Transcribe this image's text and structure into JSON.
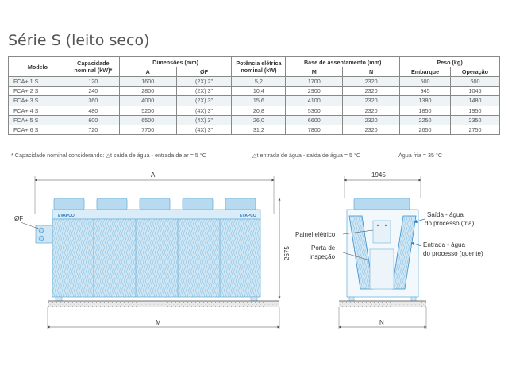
{
  "title": "Série S (leito seco)",
  "table": {
    "headers": {
      "modelo": "Modelo",
      "capacidade": "Capacidade nominal (kW)*",
      "dimensoes": "Dimensões (mm)",
      "dim_a": "A",
      "dim_of": "ØF",
      "potencia": "Potência elétrica nominal (kW)",
      "base": "Base de assentamento (mm)",
      "base_m": "M",
      "base_n": "N",
      "peso": "Peso (kg)",
      "peso_embarque": "Embarque",
      "peso_operacao": "Operação"
    },
    "rows": [
      {
        "modelo": "FCA+ 1 S",
        "capacidade": "120",
        "a": "1600",
        "of": "(2X) 2\"",
        "potencia": "5,2",
        "m": "1700",
        "n": "2320",
        "embarque": "500",
        "operacao": "600"
      },
      {
        "modelo": "FCA+ 2 S",
        "capacidade": "240",
        "a": "2800",
        "of": "(2X) 3\"",
        "potencia": "10,4",
        "m": "2900",
        "n": "2320",
        "embarque": "945",
        "operacao": "1045"
      },
      {
        "modelo": "FCA+ 3 S",
        "capacidade": "360",
        "a": "4000",
        "of": "(2X) 3\"",
        "potencia": "15,6",
        "m": "4100",
        "n": "2320",
        "embarque": "1380",
        "operacao": "1480"
      },
      {
        "modelo": "FCA+ 4 S",
        "capacidade": "480",
        "a": "5200",
        "of": "(4X) 3\"",
        "potencia": "20,8",
        "m": "5300",
        "n": "2320",
        "embarque": "1850",
        "operacao": "1950"
      },
      {
        "modelo": "FCA+ 5 S",
        "capacidade": "600",
        "a": "6500",
        "of": "(4X) 3\"",
        "potencia": "26,0",
        "m": "6600",
        "n": "2320",
        "embarque": "2250",
        "operacao": "2350"
      },
      {
        "modelo": "FCA+ 6 S",
        "capacidade": "720",
        "a": "7700",
        "of": "(4X) 3\"",
        "potencia": "31,2",
        "m": "7800",
        "n": "2320",
        "embarque": "2650",
        "operacao": "2750"
      }
    ]
  },
  "footnote": {
    "part1": "* Capacidade nominal considerando: △t saída de água - entrada de ar = 5 °C",
    "part2": "△t entrada de água - saída de água = 5 °C",
    "part3": "Água fria = 35 °C"
  },
  "drawing": {
    "front": {
      "dim_a": "A",
      "dim_of": "ØF",
      "dim_m": "M",
      "height": "2675",
      "brand": "EVAPCO"
    },
    "side": {
      "width": "1945",
      "dim_n": "N",
      "saida_1": "Saída - água",
      "saida_2": "do processo (fria)",
      "painel": "Painel elétrico",
      "porta_1": "Porta de",
      "porta_2": "inspeção",
      "entrada_1": "Entrada - água",
      "entrada_2": "do processo (quente)"
    },
    "colors": {
      "unit": "#cfe6f4",
      "unit_stroke": "#6fb4dc",
      "accent": "#3a8fd0",
      "line": "#444444"
    }
  }
}
